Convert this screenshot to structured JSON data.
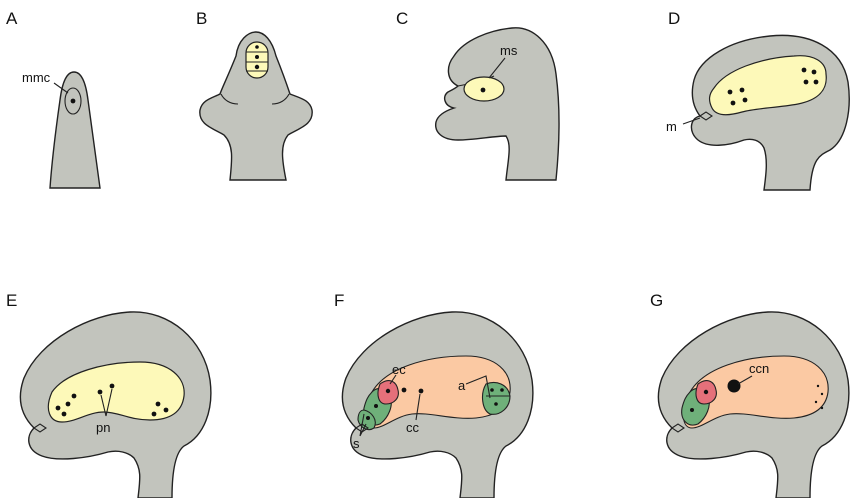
{
  "panels": [
    {
      "label": "A",
      "annotations": [
        "mmc"
      ]
    },
    {
      "label": "B",
      "annotations": []
    },
    {
      "label": "C",
      "annotations": [
        "ms"
      ]
    },
    {
      "label": "D",
      "annotations": [
        "m"
      ]
    },
    {
      "label": "E",
      "annotations": [
        "pn"
      ]
    },
    {
      "label": "F",
      "annotations": [
        "ec",
        "a",
        "cc",
        "s"
      ]
    },
    {
      "label": "G",
      "annotations": [
        "ccn"
      ]
    }
  ],
  "colors": {
    "tissue": "#c2c4bd",
    "sporogenous": "#fdf9b9",
    "central_cell": "#fbc9a3",
    "synergid": "#6fb07a",
    "egg_cell": "#e5707a",
    "outline": "#222222"
  }
}
